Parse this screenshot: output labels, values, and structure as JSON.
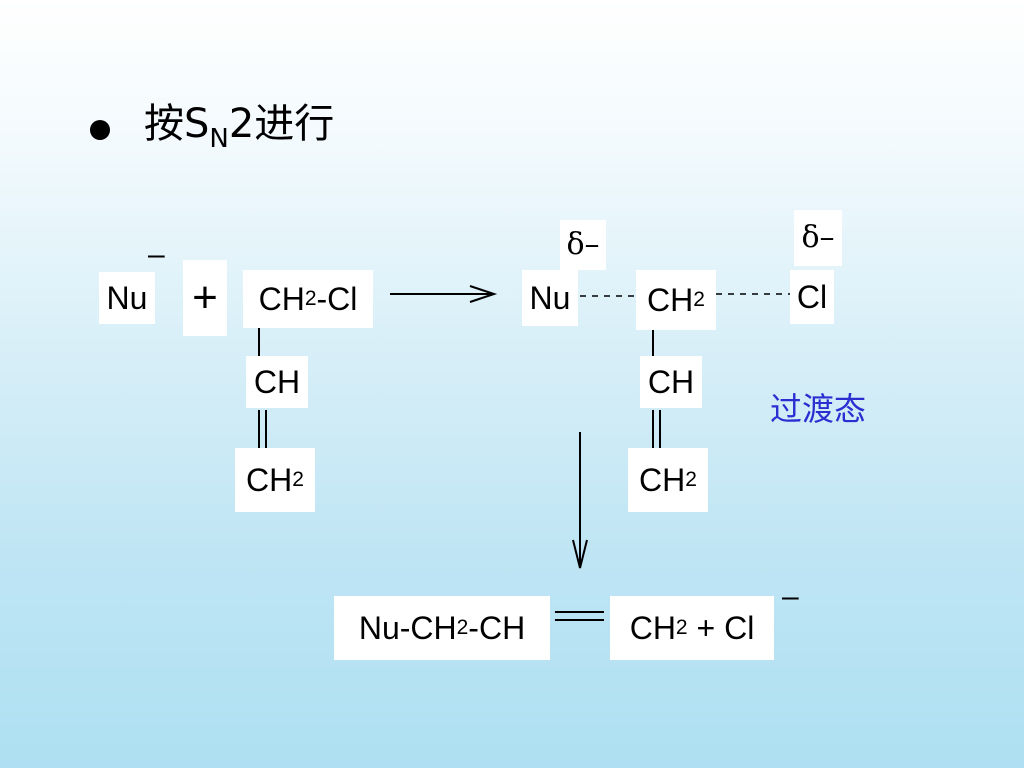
{
  "title": {
    "prefix": "按S",
    "sub": "N",
    "suffix": "2进行"
  },
  "reactants": {
    "nucleophile": "Nu",
    "nucleophile_charge": "–",
    "plus": "+",
    "chain_top": {
      "main": "CH",
      "sub": "2",
      "rest": "-Cl"
    },
    "chain_mid": "CH",
    "chain_bottom": {
      "main": "CH",
      "sub": "2"
    }
  },
  "transition_state": {
    "nu": "Nu",
    "delta_nu": "δ–",
    "ch2": {
      "main": "CH",
      "sub": "2"
    },
    "cl": "Cl",
    "delta_cl": "δ–",
    "chain_mid": "CH",
    "chain_bottom": {
      "main": "CH",
      "sub": "2"
    },
    "label": "过渡态"
  },
  "product": {
    "left": {
      "pre": "Nu-CH",
      "sub": "2",
      "post": "-CH"
    },
    "right": {
      "main": "CH",
      "sub": "2",
      "post": " + Cl"
    },
    "chloride_charge": "–"
  },
  "colors": {
    "accent_label": "#2b2fd2",
    "box_bg": "#ffffff"
  }
}
